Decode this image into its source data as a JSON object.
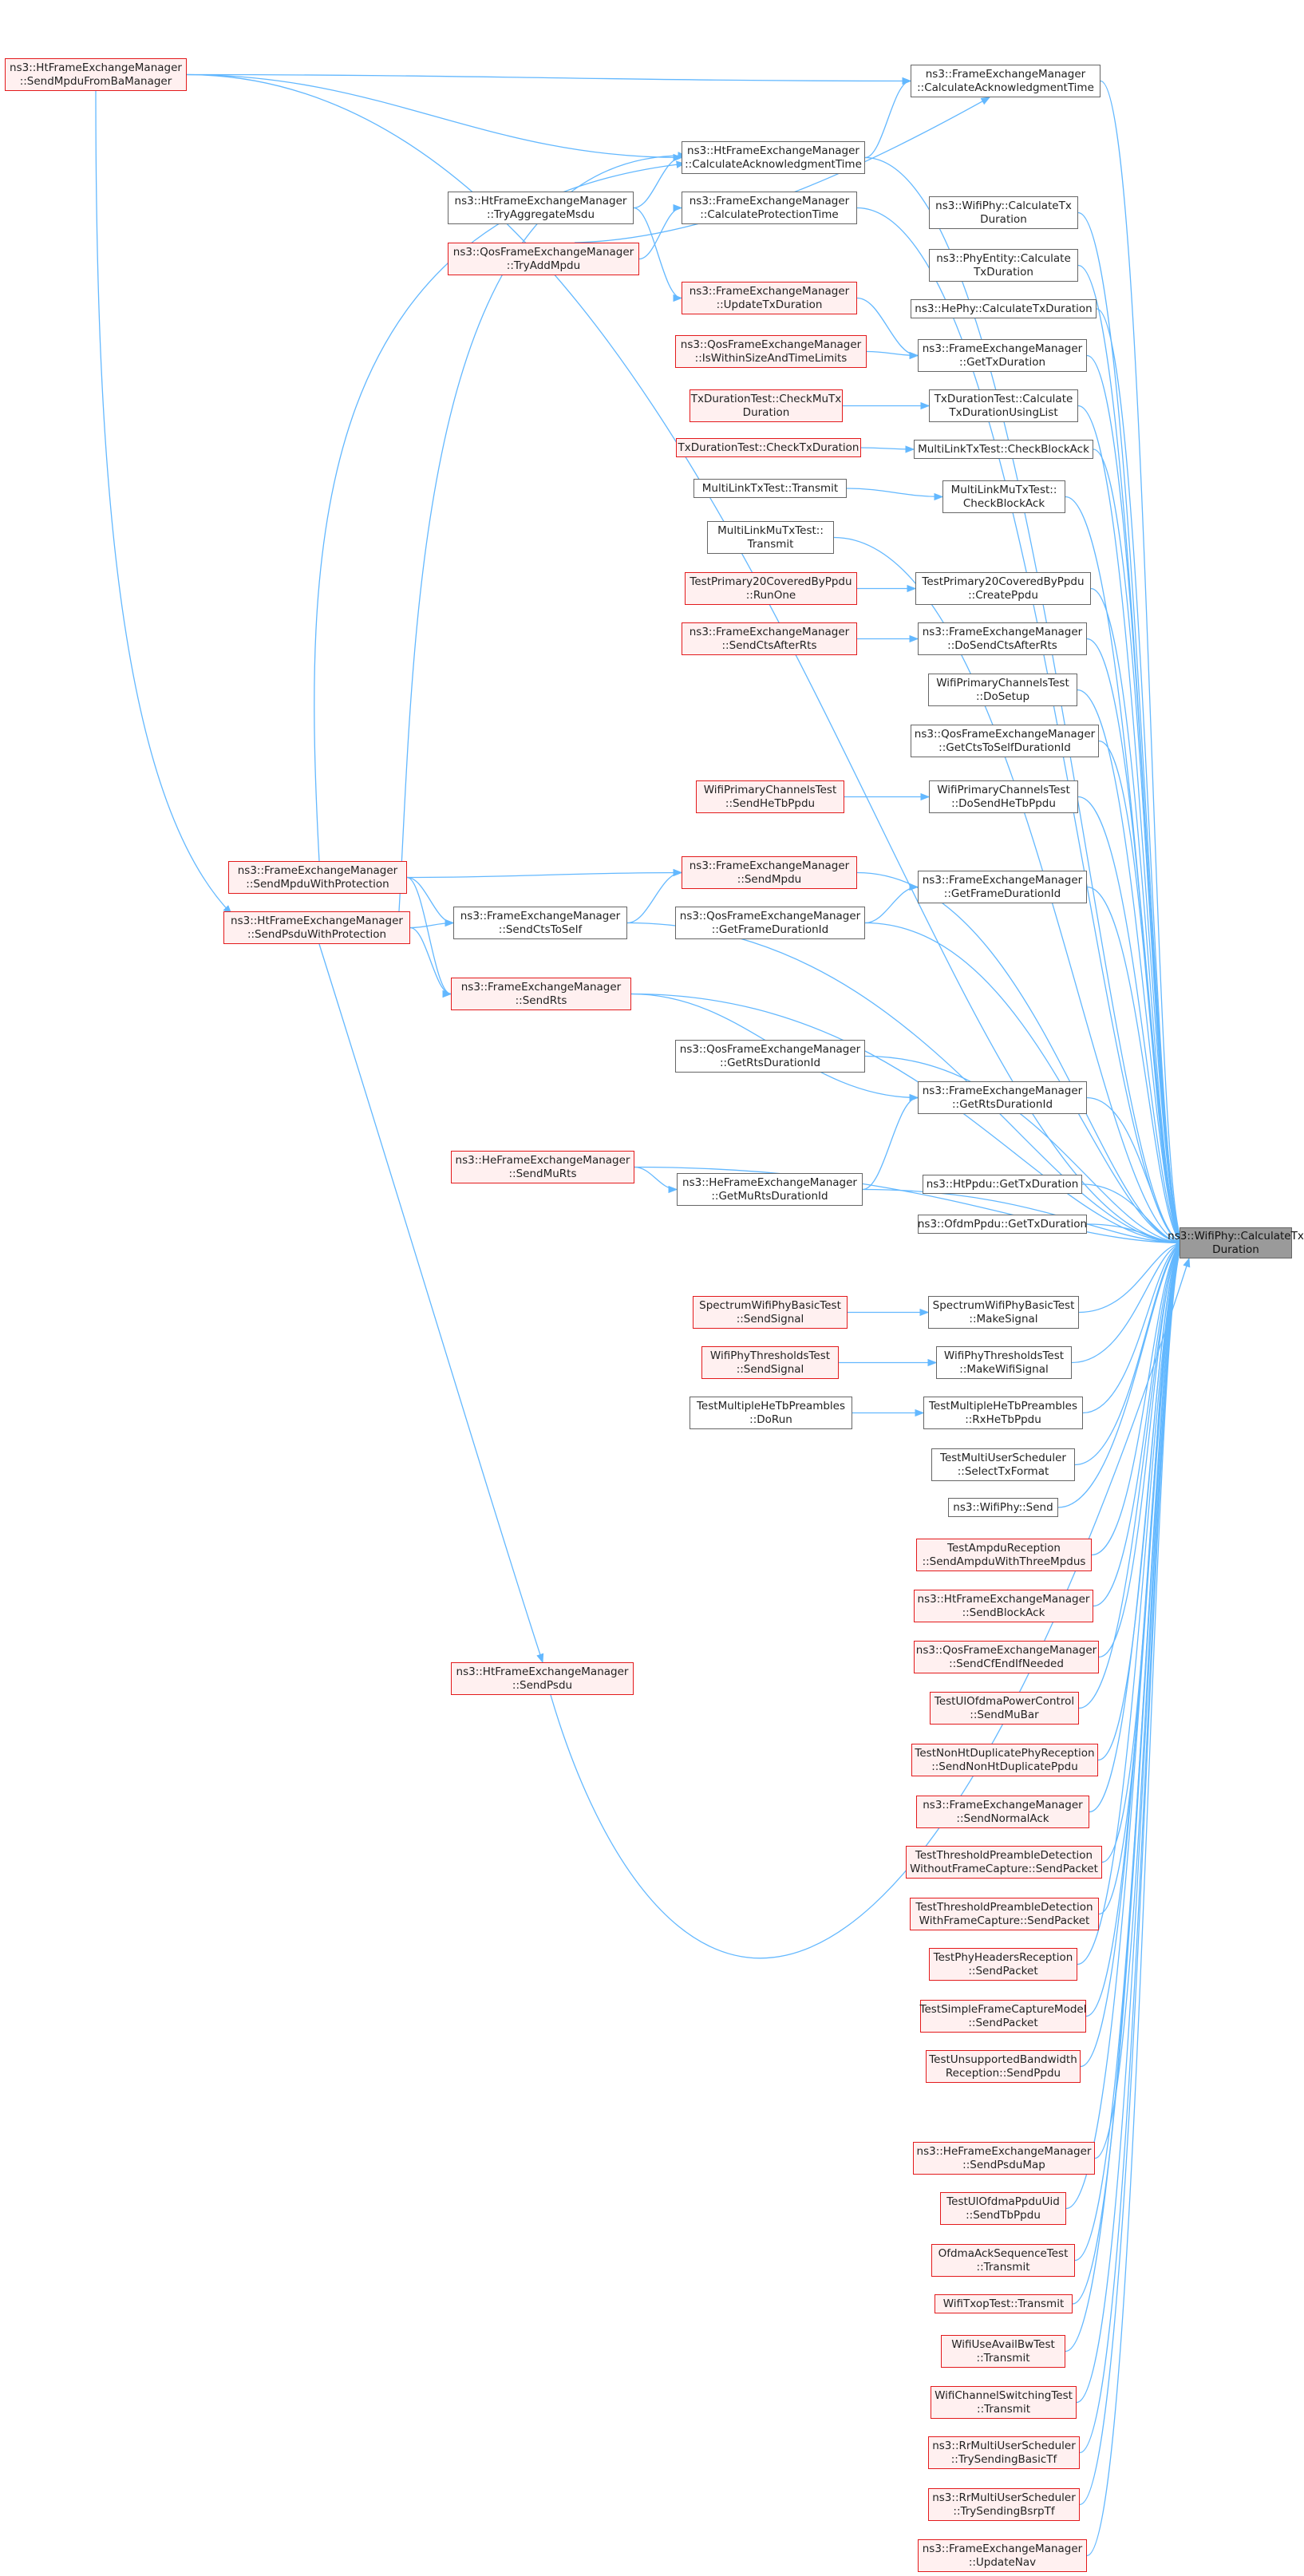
{
  "diagram": {
    "colors": {
      "edge": "#63b8ff",
      "border_normal": "#666666",
      "border_red": "#e31a1c",
      "fill_red": "#fff0f0",
      "fill_root": "#9a9a9a"
    },
    "nodes": [
      {
        "id": "root",
        "lines": [
          "ns3::WifiPhy::CalculateTx",
          "Duration"
        ],
        "style": "root"
      },
      {
        "id": "htSendMpduFromBa",
        "lines": [
          "ns3::HtFrameExchangeManager",
          "::SendMpduFromBaManager"
        ],
        "style": "red"
      },
      {
        "id": "feCalcAckTime",
        "lines": [
          "ns3::FrameExchangeManager",
          "::CalculateAcknowledgmentTime"
        ],
        "style": "normal"
      },
      {
        "id": "htCalcAckTime",
        "lines": [
          "ns3::HtFrameExchangeManager",
          "::CalculateAcknowledgmentTime"
        ],
        "style": "normal"
      },
      {
        "id": "htTryAggMsdu",
        "lines": [
          "ns3::HtFrameExchangeManager",
          "::TryAggregateMsdu"
        ],
        "style": "normal"
      },
      {
        "id": "feCalcProtTime",
        "lines": [
          "ns3::FrameExchangeManager",
          "::CalculateProtectionTime"
        ],
        "style": "normal"
      },
      {
        "id": "qosTryAddMpdu",
        "lines": [
          "ns3::QosFrameExchangeManager",
          "::TryAddMpdu"
        ],
        "style": "red"
      },
      {
        "id": "wifiPhyCalcTx",
        "lines": [
          "ns3::WifiPhy::CalculateTx",
          "Duration"
        ],
        "style": "normal"
      },
      {
        "id": "phyEntityCalcTx",
        "lines": [
          "ns3::PhyEntity::Calculate",
          "TxDuration"
        ],
        "style": "normal"
      },
      {
        "id": "fmUpdateTxDur",
        "lines": [
          "ns3::FrameExchangeManager",
          "::UpdateTxDuration"
        ],
        "style": "red"
      },
      {
        "id": "hePhyCalcTx",
        "lines": [
          "ns3::HePhy::CalculateTxDuration"
        ],
        "style": "normal"
      },
      {
        "id": "qosIsWithin",
        "lines": [
          "ns3::QosFrameExchangeManager",
          "::IsWithinSizeAndTimeLimits"
        ],
        "style": "red"
      },
      {
        "id": "feGetTxDur",
        "lines": [
          "ns3::FrameExchangeManager",
          "::GetTxDuration"
        ],
        "style": "normal"
      },
      {
        "id": "tdCheckMuTx",
        "lines": [
          "TxDurationTest::CheckMuTx",
          "Duration"
        ],
        "style": "red"
      },
      {
        "id": "tdCalcTxList",
        "lines": [
          "TxDurationTest::Calculate",
          "TxDurationUsingList"
        ],
        "style": "normal"
      },
      {
        "id": "tdCheckTx",
        "lines": [
          "TxDurationTest::CheckTxDuration"
        ],
        "style": "red"
      },
      {
        "id": "mlCheckBA",
        "lines": [
          "MultiLinkTxTest::CheckBlockAck"
        ],
        "style": "normal"
      },
      {
        "id": "mlTransmit",
        "lines": [
          "MultiLinkTxTest::Transmit"
        ],
        "style": "normal"
      },
      {
        "id": "mlMuCheckBA",
        "lines": [
          "MultiLinkMuTxTest::",
          "CheckBlockAck"
        ],
        "style": "normal"
      },
      {
        "id": "mlMuTransmit",
        "lines": [
          "MultiLinkMuTxTest::",
          "Transmit"
        ],
        "style": "normal"
      },
      {
        "id": "tp20RunOne",
        "lines": [
          "TestPrimary20CoveredByPpdu",
          "::RunOne"
        ],
        "style": "red"
      },
      {
        "id": "tp20Create",
        "lines": [
          "TestPrimary20CoveredByPpdu",
          "::CreatePpdu"
        ],
        "style": "normal"
      },
      {
        "id": "feSendCts",
        "lines": [
          "ns3::FrameExchangeManager",
          "::SendCtsAfterRts"
        ],
        "style": "red"
      },
      {
        "id": "feDoSendCts",
        "lines": [
          "ns3::FrameExchangeManager",
          "::DoSendCtsAfterRts"
        ],
        "style": "normal"
      },
      {
        "id": "wpcDoSetup",
        "lines": [
          "WifiPrimaryChannelsTest",
          "::DoSetup"
        ],
        "style": "normal"
      },
      {
        "id": "qosGetCtsSelf",
        "lines": [
          "ns3::QosFrameExchangeManager",
          "::GetCtsToSelfDurationId"
        ],
        "style": "normal"
      },
      {
        "id": "wpcSendHeTb",
        "lines": [
          "WifiPrimaryChannelsTest",
          "::SendHeTbPpdu"
        ],
        "style": "red"
      },
      {
        "id": "wpcDoSendHeTb",
        "lines": [
          "WifiPrimaryChannelsTest",
          "::DoSendHeTbPpdu"
        ],
        "style": "normal"
      },
      {
        "id": "feSendMpduProt",
        "lines": [
          "ns3::FrameExchangeManager",
          "::SendMpduWithProtection"
        ],
        "style": "red"
      },
      {
        "id": "feSendMpdu",
        "lines": [
          "ns3::FrameExchangeManager",
          "::SendMpdu"
        ],
        "style": "red"
      },
      {
        "id": "feGetFrameDur",
        "lines": [
          "ns3::FrameExchangeManager",
          "::GetFrameDurationId"
        ],
        "style": "normal"
      },
      {
        "id": "htSendPsduProt",
        "lines": [
          "ns3::HtFrameExchangeManager",
          "::SendPsduWithProtection"
        ],
        "style": "red"
      },
      {
        "id": "feSendCtsSelf",
        "lines": [
          "ns3::FrameExchangeManager",
          "::SendCtsToSelf"
        ],
        "style": "normal"
      },
      {
        "id": "qosGetFrameDur",
        "lines": [
          "ns3::QosFrameExchangeManager",
          "::GetFrameDurationId"
        ],
        "style": "normal"
      },
      {
        "id": "feSendRts",
        "lines": [
          "ns3::FrameExchangeManager",
          "::SendRts"
        ],
        "style": "red"
      },
      {
        "id": "qosGetRtsDur",
        "lines": [
          "ns3::QosFrameExchangeManager",
          "::GetRtsDurationId"
        ],
        "style": "normal"
      },
      {
        "id": "feGetRtsDur",
        "lines": [
          "ns3::FrameExchangeManager",
          "::GetRtsDurationId"
        ],
        "style": "normal"
      },
      {
        "id": "heSendMuRts",
        "lines": [
          "ns3::HeFrameExchangeManager",
          "::SendMuRts"
        ],
        "style": "red"
      },
      {
        "id": "heGetMuRtsDur",
        "lines": [
          "ns3::HeFrameExchangeManager",
          "::GetMuRtsDurationId"
        ],
        "style": "normal"
      },
      {
        "id": "htPpduGetTx",
        "lines": [
          "ns3::HtPpdu::GetTxDuration"
        ],
        "style": "normal"
      },
      {
        "id": "ofdmPpduGetTx",
        "lines": [
          "ns3::OfdmPpdu::GetTxDuration"
        ],
        "style": "normal"
      },
      {
        "id": "swpSendSignal",
        "lines": [
          "SpectrumWifiPhyBasicTest",
          "::SendSignal"
        ],
        "style": "red"
      },
      {
        "id": "swpMakeSignal",
        "lines": [
          "SpectrumWifiPhyBasicTest",
          "::MakeSignal"
        ],
        "style": "normal"
      },
      {
        "id": "wptSendSignal",
        "lines": [
          "WifiPhyThresholdsTest",
          "::SendSignal"
        ],
        "style": "red"
      },
      {
        "id": "wptMakeSignal",
        "lines": [
          "WifiPhyThresholdsTest",
          "::MakeWifiSignal"
        ],
        "style": "normal"
      },
      {
        "id": "tmhDoRun",
        "lines": [
          "TestMultipleHeTbPreambles",
          "::DoRun"
        ],
        "style": "normal"
      },
      {
        "id": "tmhRxHeTb",
        "lines": [
          "TestMultipleHeTbPreambles",
          "::RxHeTbPpdu"
        ],
        "style": "normal"
      },
      {
        "id": "tmuSelectTx",
        "lines": [
          "TestMultiUserScheduler",
          "::SelectTxFormat"
        ],
        "style": "normal"
      },
      {
        "id": "wifiPhySend",
        "lines": [
          "ns3::WifiPhy::Send"
        ],
        "style": "normal"
      },
      {
        "id": "tarSendAmpdu",
        "lines": [
          "TestAmpduReception",
          "::SendAmpduWithThreeMpdus"
        ],
        "style": "red"
      },
      {
        "id": "htSendBA",
        "lines": [
          "ns3::HtFrameExchangeManager",
          "::SendBlockAck"
        ],
        "style": "red"
      },
      {
        "id": "qosSendCfEnd",
        "lines": [
          "ns3::QosFrameExchangeManager",
          "::SendCfEndIfNeeded"
        ],
        "style": "red"
      },
      {
        "id": "htSendPsdu",
        "lines": [
          "ns3::HtFrameExchangeManager",
          "::SendPsdu"
        ],
        "style": "red"
      },
      {
        "id": "tulSendMuBar",
        "lines": [
          "TestUlOfdmaPowerControl",
          "::SendMuBar"
        ],
        "style": "red"
      },
      {
        "id": "tnhSendNonHt",
        "lines": [
          "TestNonHtDuplicatePhyReception",
          "::SendNonHtDuplicatePpdu"
        ],
        "style": "red"
      },
      {
        "id": "feSendNormalAck",
        "lines": [
          "ns3::FrameExchangeManager",
          "::SendNormalAck"
        ],
        "style": "red"
      },
      {
        "id": "ttpWithout",
        "lines": [
          "TestThresholdPreambleDetection",
          "WithoutFrameCapture::SendPacket"
        ],
        "style": "red"
      },
      {
        "id": "ttpWith",
        "lines": [
          "TestThresholdPreambleDetection",
          "WithFrameCapture::SendPacket"
        ],
        "style": "red"
      },
      {
        "id": "tphSend",
        "lines": [
          "TestPhyHeadersReception",
          "::SendPacket"
        ],
        "style": "red"
      },
      {
        "id": "tsfSend",
        "lines": [
          "TestSimpleFrameCaptureModel",
          "::SendPacket"
        ],
        "style": "red"
      },
      {
        "id": "tubSend",
        "lines": [
          "TestUnsupportedBandwidth",
          "Reception::SendPpdu"
        ],
        "style": "red"
      },
      {
        "id": "heSendPsduMap",
        "lines": [
          "ns3::HeFrameExchangeManager",
          "::SendPsduMap"
        ],
        "style": "red"
      },
      {
        "id": "tulSendTb",
        "lines": [
          "TestUlOfdmaPpduUid",
          "::SendTbPpdu"
        ],
        "style": "red"
      },
      {
        "id": "oasTransmit",
        "lines": [
          "OfdmaAckSequenceTest",
          "::Transmit"
        ],
        "style": "red"
      },
      {
        "id": "wtxTransmit",
        "lines": [
          "WifiTxopTest::Transmit"
        ],
        "style": "red"
      },
      {
        "id": "wuaTransmit",
        "lines": [
          "WifiUseAvailBwTest",
          "::Transmit"
        ],
        "style": "red"
      },
      {
        "id": "wcsTransmit",
        "lines": [
          "WifiChannelSwitchingTest",
          "::Transmit"
        ],
        "style": "red"
      },
      {
        "id": "rrBasicTf",
        "lines": [
          "ns3::RrMultiUserScheduler",
          "::TrySendingBasicTf"
        ],
        "style": "red"
      },
      {
        "id": "rrBsrpTf",
        "lines": [
          "ns3::RrMultiUserScheduler",
          "::TrySendingBsrpTf"
        ],
        "style": "red"
      },
      {
        "id": "feUpdateNav",
        "lines": [
          "ns3::FrameExchangeManager",
          "::UpdateNav"
        ],
        "style": "red"
      }
    ],
    "edges": [
      [
        "htSendMpduFromBa",
        "feCalcAckTime"
      ],
      [
        "htSendMpduFromBa",
        "htCalcAckTime"
      ],
      [
        "htSendMpduFromBa",
        "htSendPsduProt"
      ],
      [
        "htSendMpduFromBa",
        "root"
      ],
      [
        "feCalcAckTime",
        "root"
      ],
      [
        "htCalcAckTime",
        "feCalcAckTime"
      ],
      [
        "htCalcAckTime",
        "root"
      ],
      [
        "htTryAggMsdu",
        "htCalcAckTime"
      ],
      [
        "htTryAggMsdu",
        "fmUpdateTxDur"
      ],
      [
        "feCalcProtTime",
        "root"
      ],
      [
        "qosTryAddMpdu",
        "feCalcAckTime"
      ],
      [
        "qosTryAddMpdu",
        "feCalcProtTime"
      ],
      [
        "wifiPhyCalcTx",
        "root"
      ],
      [
        "phyEntityCalcTx",
        "root"
      ],
      [
        "fmUpdateTxDur",
        "feGetTxDur"
      ],
      [
        "hePhyCalcTx",
        "root"
      ],
      [
        "qosIsWithin",
        "feGetTxDur"
      ],
      [
        "feGetTxDur",
        "root"
      ],
      [
        "tdCheckMuTx",
        "tdCalcTxList"
      ],
      [
        "tdCalcTxList",
        "root"
      ],
      [
        "tdCheckTx",
        "mlCheckBA"
      ],
      [
        "mlCheckBA",
        "root"
      ],
      [
        "mlTransmit",
        "mlMuCheckBA"
      ],
      [
        "mlMuCheckBA",
        "root"
      ],
      [
        "mlMuTransmit",
        "root"
      ],
      [
        "tp20RunOne",
        "tp20Create"
      ],
      [
        "tp20Create",
        "root"
      ],
      [
        "feSendCts",
        "feDoSendCts"
      ],
      [
        "feDoSendCts",
        "root"
      ],
      [
        "wpcDoSetup",
        "root"
      ],
      [
        "qosGetCtsSelf",
        "root"
      ],
      [
        "wpcSendHeTb",
        "wpcDoSendHeTb"
      ],
      [
        "wpcDoSendHeTb",
        "root"
      ],
      [
        "feSendMpduProt",
        "feSendMpdu"
      ],
      [
        "feSendMpduProt",
        "feSendCtsSelf"
      ],
      [
        "feSendMpduProt",
        "feSendRts"
      ],
      [
        "feSendMpduProt",
        "htCalcAckTime"
      ],
      [
        "feSendMpdu",
        "root"
      ],
      [
        "feGetFrameDur",
        "root"
      ],
      [
        "htSendPsduProt",
        "feSendCtsSelf"
      ],
      [
        "htSendPsduProt",
        "feSendRts"
      ],
      [
        "htSendPsduProt",
        "htSendPsdu"
      ],
      [
        "htSendPsduProt",
        "htCalcAckTime"
      ],
      [
        "feSendCtsSelf",
        "feSendMpdu"
      ],
      [
        "feSendCtsSelf",
        "root"
      ],
      [
        "qosGetFrameDur",
        "feGetFrameDur"
      ],
      [
        "qosGetFrameDur",
        "root"
      ],
      [
        "feSendRts",
        "feGetRtsDur"
      ],
      [
        "feSendRts",
        "root"
      ],
      [
        "qosGetRtsDur",
        "root"
      ],
      [
        "feGetRtsDur",
        "root"
      ],
      [
        "heSendMuRts",
        "heGetMuRtsDur"
      ],
      [
        "heSendMuRts",
        "root"
      ],
      [
        "heGetMuRtsDur",
        "feGetRtsDur"
      ],
      [
        "heGetMuRtsDur",
        "root"
      ],
      [
        "htPpduGetTx",
        "root"
      ],
      [
        "ofdmPpduGetTx",
        "root"
      ],
      [
        "swpSendSignal",
        "swpMakeSignal"
      ],
      [
        "swpMakeSignal",
        "root"
      ],
      [
        "wptSendSignal",
        "wptMakeSignal"
      ],
      [
        "wptMakeSignal",
        "root"
      ],
      [
        "tmhDoRun",
        "tmhRxHeTb"
      ],
      [
        "tmhRxHeTb",
        "root"
      ],
      [
        "tmuSelectTx",
        "root"
      ],
      [
        "wifiPhySend",
        "root"
      ],
      [
        "tarSendAmpdu",
        "root"
      ],
      [
        "htSendBA",
        "root"
      ],
      [
        "qosSendCfEnd",
        "root"
      ],
      [
        "htSendPsdu",
        "root"
      ],
      [
        "tulSendMuBar",
        "root"
      ],
      [
        "tnhSendNonHt",
        "root"
      ],
      [
        "feSendNormalAck",
        "root"
      ],
      [
        "ttpWithout",
        "root"
      ],
      [
        "ttpWith",
        "root"
      ],
      [
        "tphSend",
        "root"
      ],
      [
        "tsfSend",
        "root"
      ],
      [
        "tubSend",
        "root"
      ],
      [
        "heSendPsduMap",
        "root"
      ],
      [
        "tulSendTb",
        "root"
      ],
      [
        "oasTransmit",
        "root"
      ],
      [
        "wtxTransmit",
        "root"
      ],
      [
        "wuaTransmit",
        "root"
      ],
      [
        "wcsTransmit",
        "root"
      ],
      [
        "rrBasicTf",
        "root"
      ],
      [
        "rrBsrpTf",
        "root"
      ],
      [
        "feUpdateNav",
        "root"
      ]
    ]
  }
}
